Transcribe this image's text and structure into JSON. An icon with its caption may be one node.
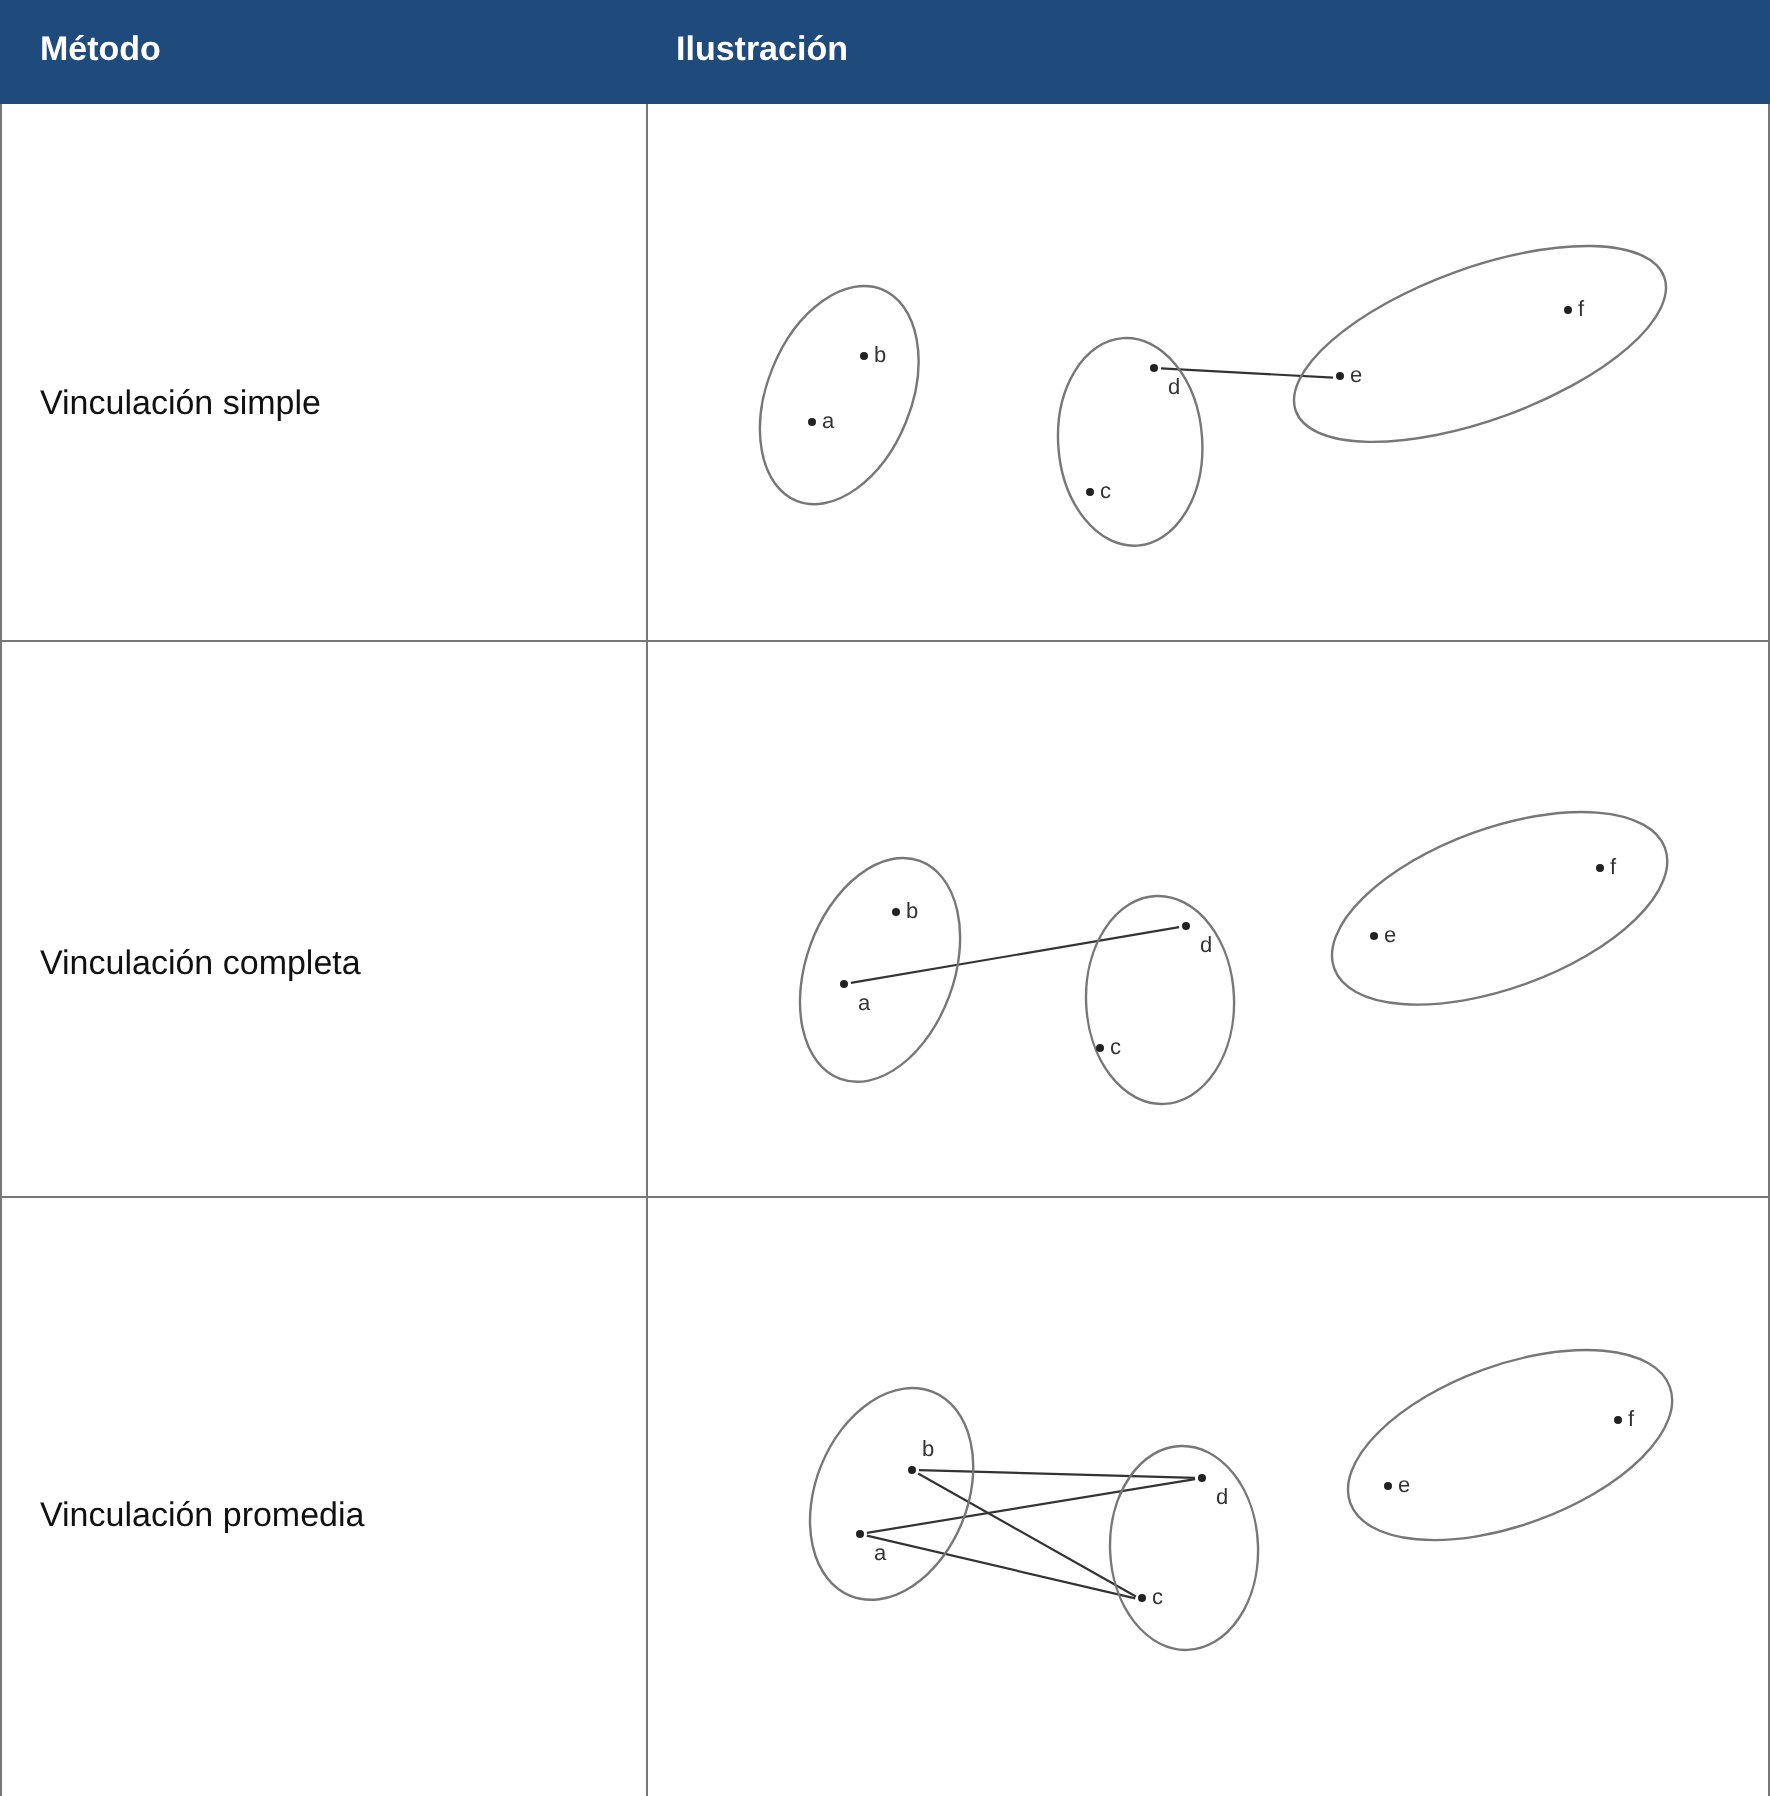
{
  "diagram": {
    "nodes": [
      {
        "text": [],
        "shape": "ellipse"
      },
      {
        "text": [
          "b"
        ],
        "in": 0
      },
      {
        "text": [
          "a"
        ],
        "in": 0
      },
      {
        "text": [],
        "shape": "ellipse"
      },
      {
        "text": [
          "d"
        ],
        "in": 3
      },
      {
        "text": [
          "c"
        ],
        "in": 3
      },
      {
        "text": [],
        "shape": "ellipse"
      },
      {
        "text": [
          "f"
        ],
        "in": 6
      },
      {
        "text": [
          "e"
        ],
        "in": 6
      },
      {
        "text": [],
        "shape": "ellipse"
      },
      {
        "text": [
          "b"
        ],
        "in": 9
      },
      {
        "text": [
          "a"
        ],
        "in": 9
      },
      {
        "text": [],
        "shape": "ellipse"
      },
      {
        "text": [
          "d"
        ],
        "in": 12
      },
      {
        "text": [
          "c"
        ],
        "in": 12
      },
      {
        "text": [],
        "shape": "ellipse"
      },
      {
        "text": [
          "f"
        ],
        "in": 15
      },
      {
        "text": [
          "e"
        ],
        "in": 15
      },
      {
        "text": [],
        "shape": "ellipse"
      },
      {
        "text": [
          "b"
        ],
        "in": 18
      },
      {
        "text": [
          "a"
        ],
        "in": 18
      },
      {
        "text": [],
        "shape": "ellipse"
      },
      {
        "text": [
          "d"
        ],
        "in": 21
      },
      {
        "text": [
          "c"
        ],
        "in": 21
      },
      {
        "text": [],
        "shape": "ellipse"
      },
      {
        "text": [
          "f"
        ],
        "in": 24
      },
      {
        "text": [
          "e"
        ],
        "in": 24
      }
    ],
    "edges": [
      {
        "from": 4,
        "to": 8,
        "arrow": "none"
      },
      {
        "from": 11,
        "to": 13,
        "arrow": "none"
      },
      {
        "from": 19,
        "to": 22,
        "arrow": "none"
      },
      {
        "from": 20,
        "to": 22,
        "arrow": "none"
      },
      {
        "from": 19,
        "to": 23,
        "arrow": "none"
      },
      {
        "from": 20,
        "to": 23,
        "arrow": "none"
      }
    ],
    "labels": [
      "Método",
      "Ilustración",
      "Vinculación simple",
      "Vinculación completa",
      "Vinculación promedia"
    ]
  }
}
